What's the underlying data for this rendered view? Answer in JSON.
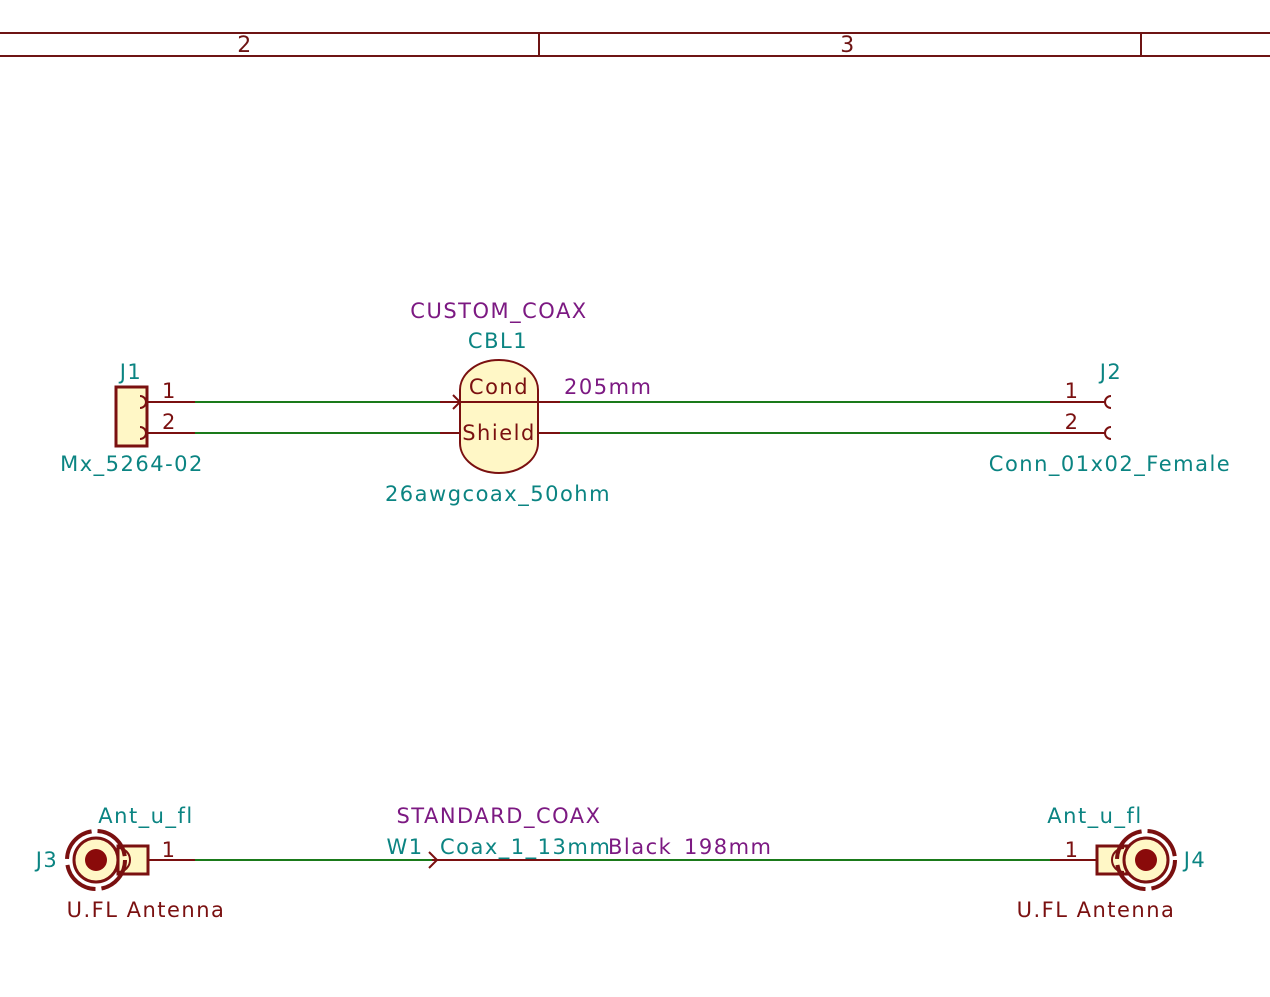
{
  "frame": {
    "columns": [
      "2",
      "3"
    ]
  },
  "colors": {
    "wire": "#1a7a1a",
    "pin": "#7a1010",
    "body_fill": "#fff7c6",
    "reference": "#0b8482",
    "value": "#7c1982",
    "frame": "#6e1414"
  },
  "custom_coax": {
    "connector_left": {
      "reference": "J1",
      "value": "Mx_5264-02",
      "pins": [
        "1",
        "2"
      ]
    },
    "cable": {
      "title": "CUSTOM_COAX",
      "reference": "CBL1",
      "conductors": [
        "Cond",
        "Shield"
      ],
      "length": "205mm",
      "value": "26awgcoax_50ohm"
    },
    "connector_right": {
      "reference": "J2",
      "value": "Conn_01x02_Female",
      "pins": [
        "1",
        "2"
      ]
    }
  },
  "standard_coax": {
    "connector_left": {
      "reference": "J3",
      "value": "Ant_u_fl",
      "description": "U.FL Antenna",
      "pin": "1"
    },
    "cable": {
      "title": "STANDARD_COAX",
      "reference": "W1",
      "value": "Coax_1_13mm",
      "color": "Black",
      "length": "198mm"
    },
    "connector_right": {
      "reference": "J4",
      "value": "Ant_u_fl",
      "description": "U.FL Antenna",
      "pin": "1"
    }
  }
}
